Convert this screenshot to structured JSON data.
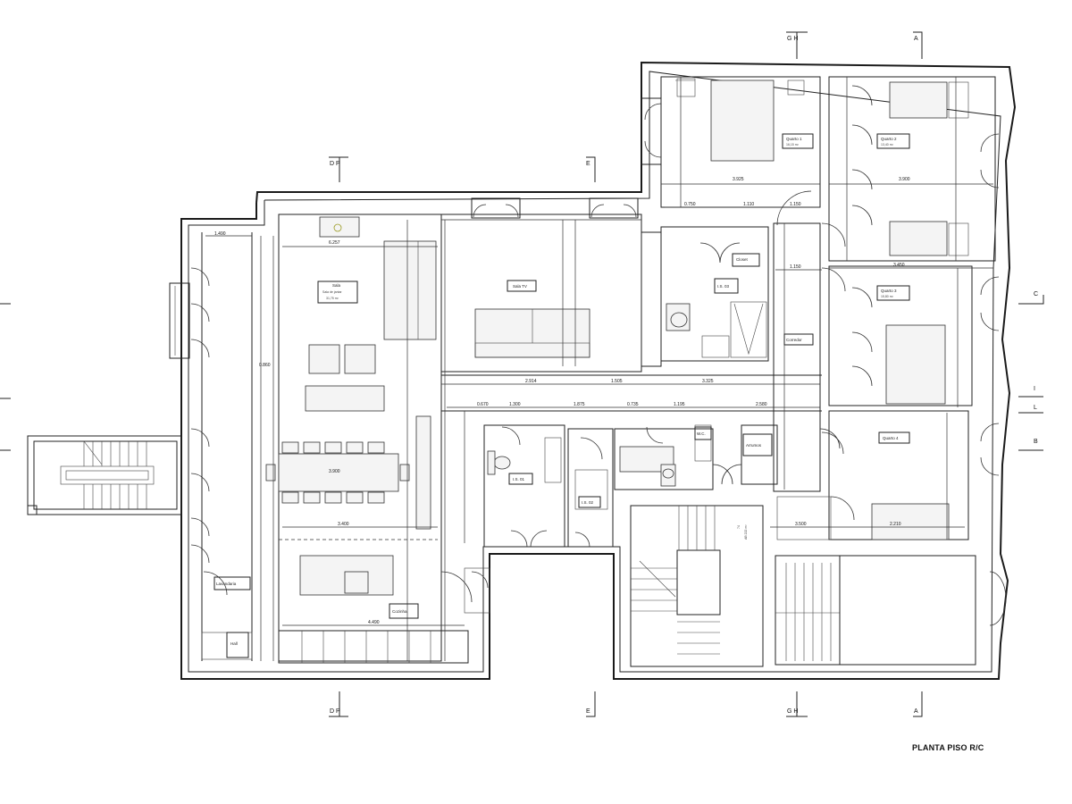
{
  "drawing_title": "PLANTA PISO R/C",
  "section_marks": {
    "dp": "D P",
    "e": "E",
    "gh": "G H",
    "a": "A",
    "c": "C",
    "i": "I",
    "l": "L",
    "b": "B"
  },
  "rooms": {
    "sala_jantar": {
      "name": "Sala",
      "sub": "Sala de jantar",
      "area": "31,75 m²"
    },
    "sala_tv": {
      "name": "Sala TV"
    },
    "quarto1": {
      "name": "Quarto 1",
      "area": "16,15 m²"
    },
    "quarto2": {
      "name": "Quarto 2",
      "area": "13,40 m²"
    },
    "quarto3": {
      "name": "Quarto 3",
      "area": "15,80 m²"
    },
    "quarto4": {
      "name": "Quarto 4"
    },
    "closet": {
      "name": "Closet"
    },
    "corredor": {
      "name": "Corredor"
    },
    "ish1": {
      "name": "I.S. 01"
    },
    "ish2": {
      "name": "I.S. 02"
    },
    "ish3": {
      "name": "I.S. 03"
    },
    "arrumos": {
      "name": "Arrumos"
    },
    "cozinha": {
      "name": "Cozinha"
    },
    "lavandaria": {
      "name": "Lavandaria"
    },
    "wc": {
      "name": "W.C."
    },
    "hall": {
      "name": "Hall"
    }
  },
  "dimensions": {
    "d_6257": "6.257",
    "d_3925": "3.925",
    "d_3900": "3.900",
    "d_0750": "0.750",
    "d_1110": "1.110",
    "d_1150a": "1.150",
    "d_1150b": "1.150",
    "d_3450": "3.450",
    "d_2914": "2.914",
    "d_1505": "1.505",
    "d_3325": "3.325",
    "d_0670": "0.670",
    "d_1300": "1.300",
    "d_1875": "1.875",
    "d_0735": "0.735",
    "d_1195": "1.195",
    "d_2580": "2.580",
    "d_3900b": "3.900",
    "d_3400": "3.400",
    "d_4490": "4.490",
    "d_1490": "1.490",
    "d_0860": "0.860",
    "d_3500": "3.500",
    "d_2210": "2.210"
  },
  "stair_labels": {
    "s1": "74",
    "s2": "AB 222 m²"
  }
}
